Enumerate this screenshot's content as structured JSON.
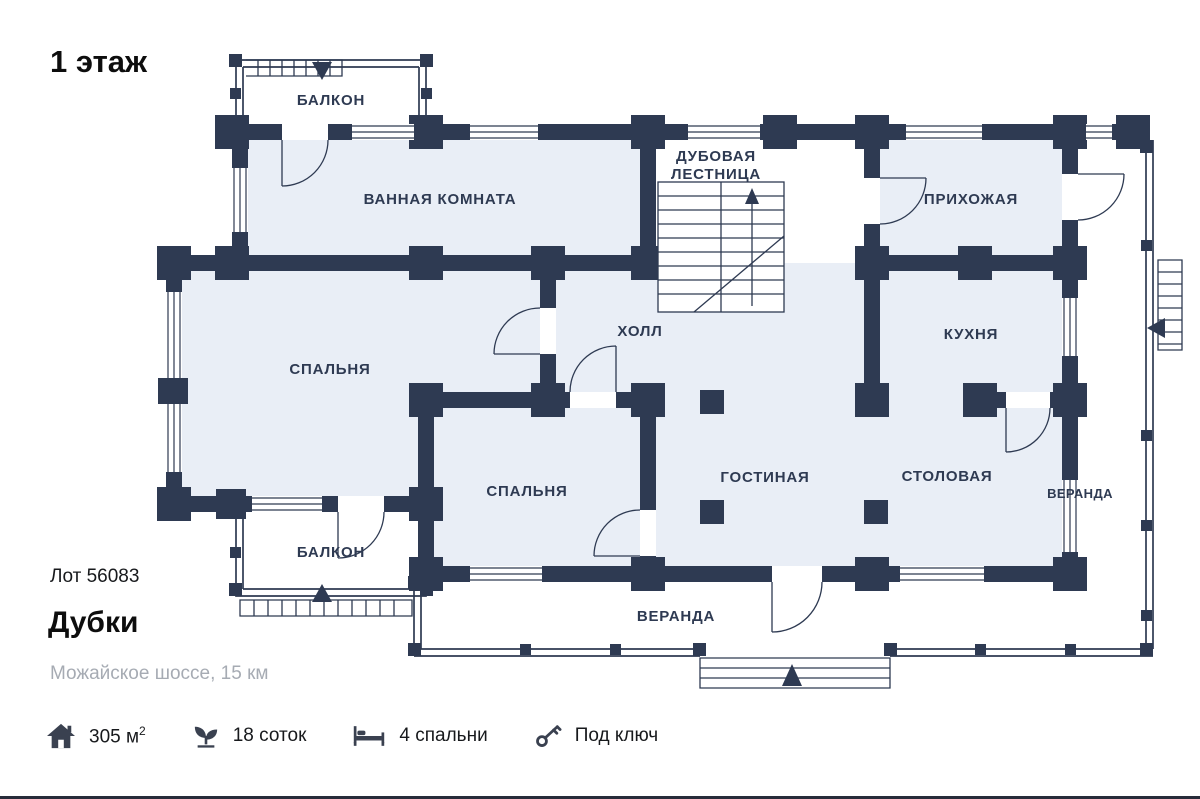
{
  "page": {
    "floor_label": "1 этаж"
  },
  "plan": {
    "rooms": {
      "balcony_top": "БАЛКОН",
      "bathroom": "ВАННАЯ КОМНАТА",
      "staircase_line1": "ДУБОВАЯ",
      "staircase_line2": "ЛЕСТНИЦА",
      "entry_hall": "ПРИХОЖАЯ",
      "bedroom_left": "СПАЛЬНЯ",
      "hall": "ХОЛЛ",
      "kitchen": "КУХНЯ",
      "bedroom_bottom": "СПАЛЬНЯ",
      "living_room": "ГОСТИНАЯ",
      "dining_room": "СТОЛОВАЯ",
      "veranda_right": "ВЕРАНДА",
      "balcony_bottom": "БАЛКОН",
      "veranda_bottom": "ВЕРАНДА"
    },
    "colors": {
      "wall": "#2e3a52",
      "room_fill": "#e9eef6"
    }
  },
  "listing": {
    "lot": "Лот 56083",
    "name": "Дубки",
    "location": "Можайское шоссе, 15 км"
  },
  "stats": [
    {
      "icon": "house-icon",
      "value": "305 м",
      "sup": "2"
    },
    {
      "icon": "land-icon",
      "value": "18 соток"
    },
    {
      "icon": "bed-icon",
      "value": "4 спальни"
    },
    {
      "icon": "key-icon",
      "value": "Под ключ"
    }
  ]
}
